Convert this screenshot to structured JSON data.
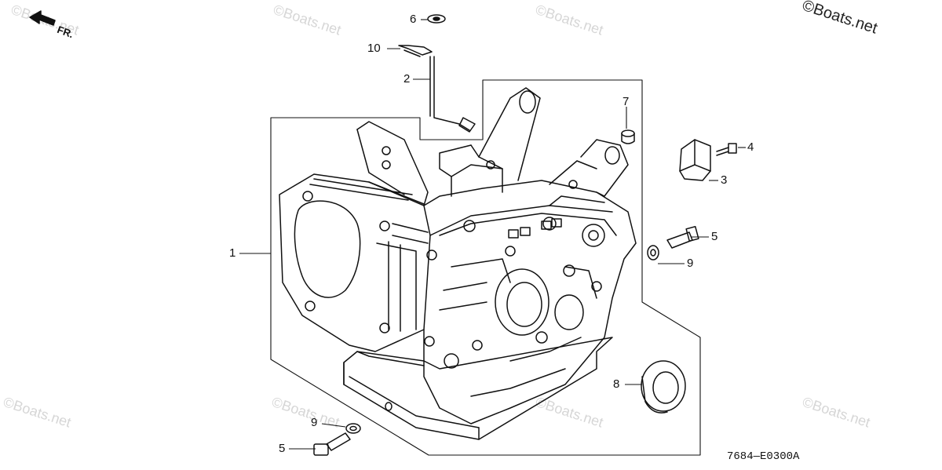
{
  "callouts": {
    "c1": "1",
    "c2": "2",
    "c3": "3",
    "c4": "4",
    "c5a": "5",
    "c5b": "5",
    "c6": "6",
    "c7": "7",
    "c8": "8",
    "c9a": "9",
    "c9b": "9",
    "c10": "10"
  },
  "direction_label": "FR.",
  "diagram_code": "7684—E0300A",
  "watermark_main": "©Boats.net",
  "watermark_faint": "©Boats.net",
  "colors": {
    "line": "#111111",
    "watermark": "#d6d6d6"
  }
}
